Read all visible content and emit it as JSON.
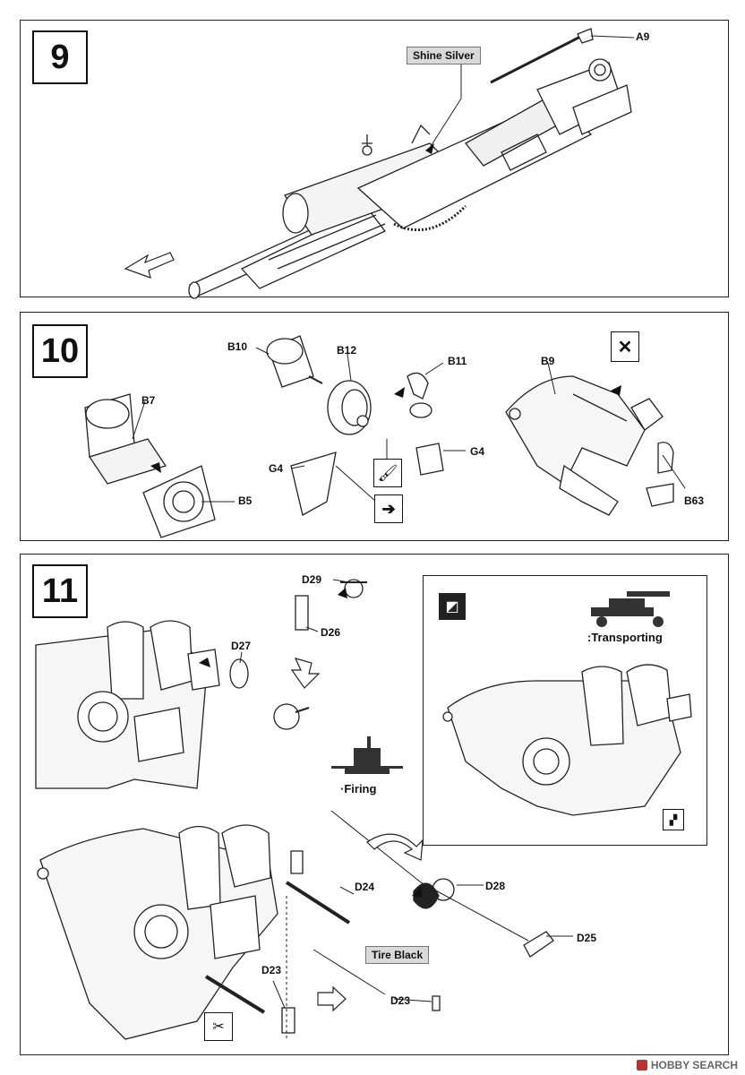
{
  "steps": [
    {
      "number": "9"
    },
    {
      "number": "10"
    },
    {
      "number": "11"
    }
  ],
  "step9": {
    "parts": [
      "A9"
    ],
    "paint": "Shine Silver"
  },
  "step10": {
    "parts": [
      "B10",
      "B12",
      "B11",
      "B9",
      "B7",
      "B5",
      "G4",
      "G4",
      "B63"
    ]
  },
  "step11": {
    "parts": [
      "D29",
      "D26",
      "D27",
      "D24",
      "D28",
      "D25",
      "D23",
      "D23"
    ],
    "paint": "Tire Black",
    "notes": {
      "firing": "·Firing",
      "transporting": ":Transporting"
    }
  },
  "watermark": "HOBBY SEARCH",
  "icons": [
    "no-glue-icon",
    "glue-icon",
    "arrow-next-icon",
    "cutter-icon",
    "option-icon",
    "rotate-arrow-icon"
  ]
}
